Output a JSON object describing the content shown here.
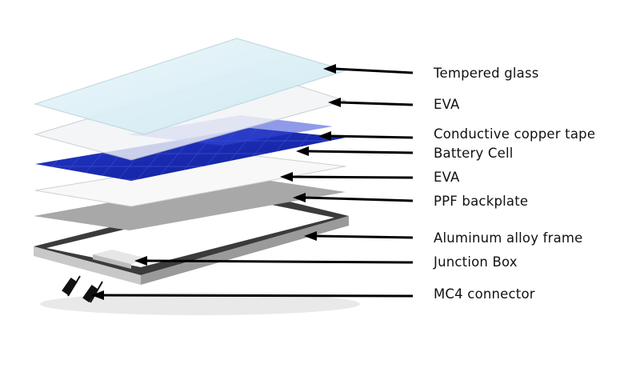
{
  "layers": [
    {
      "id": "tempered-glass",
      "label": "Tempered glass"
    },
    {
      "id": "eva-top",
      "label": "EVA"
    },
    {
      "id": "copper-tape",
      "label": "Conductive copper tape"
    },
    {
      "id": "battery-cell",
      "label": "Battery Cell"
    },
    {
      "id": "eva-bottom",
      "label": "EVA"
    },
    {
      "id": "ppf-backplate",
      "label": "PPF backplate"
    },
    {
      "id": "aluminum-frame",
      "label": "Aluminum alloy frame"
    },
    {
      "id": "junction-box",
      "label": "Junction Box"
    },
    {
      "id": "mc4-connector",
      "label": "MC4 connector"
    }
  ],
  "colors": {
    "glass": "#dcf0f7",
    "eva": "#f7f7f7",
    "cell": "#1c2fb3",
    "backplate": "#a9a9a9",
    "frame": "#3a3a3a",
    "arrow": "#000000"
  }
}
